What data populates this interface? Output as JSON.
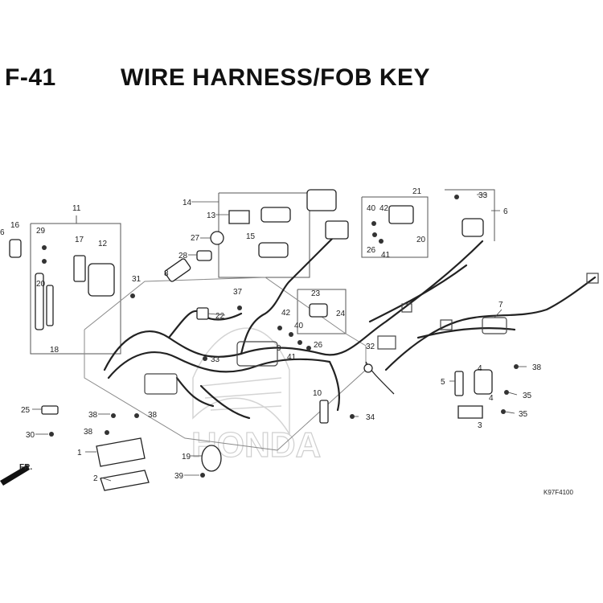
{
  "header": {
    "section": "F-41",
    "title": "WIRE HARNESS/FOB KEY"
  },
  "diagram_code": "K97F4100",
  "watermark": "HONDA",
  "front_arrow": "FR.",
  "callouts": [
    "1",
    "2",
    "3",
    "4",
    "4",
    "5",
    "6",
    "6",
    "7",
    "8",
    "9",
    "10",
    "11",
    "12",
    "13",
    "14",
    "15",
    "16",
    "17",
    "18",
    "19",
    "20",
    "20",
    "21",
    "22",
    "23",
    "24",
    "25",
    "26",
    "26",
    "27",
    "28",
    "29",
    "30",
    "31",
    "32",
    "33",
    "33",
    "34",
    "35",
    "35",
    "37",
    "38",
    "38",
    "38",
    "38",
    "39",
    "40",
    "40",
    "41",
    "41",
    "42",
    "42"
  ]
}
